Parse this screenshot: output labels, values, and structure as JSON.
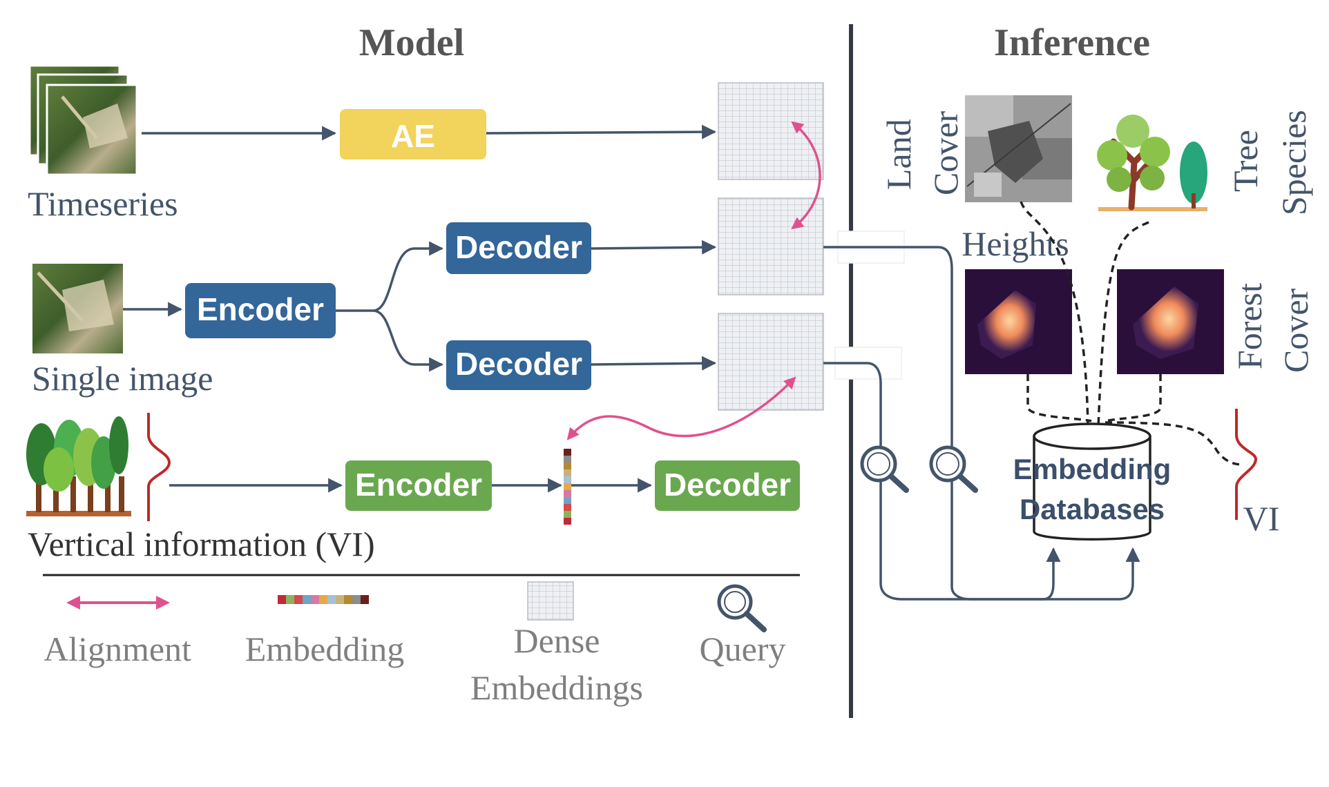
{
  "headings": {
    "model": "Model",
    "inference": "Inference"
  },
  "inputs": {
    "timeseries": "Timeseries",
    "single_image": "Single image",
    "vertical_info": "Vertical information (VI)"
  },
  "blocks": {
    "ae": "AE",
    "encoder_image": "Encoder",
    "decoder_top": "Decoder",
    "decoder_bottom": "Decoder",
    "encoder_vi": "Encoder",
    "decoder_vi": "Decoder"
  },
  "legend": {
    "alignment": "Alignment",
    "embedding": "Embedding",
    "dense_line1": "Dense",
    "dense_line2": "Embeddings",
    "query": "Query"
  },
  "inference": {
    "land": "Land",
    "cover": "Cover",
    "tree": "Tree",
    "species": "Species",
    "heights": "Heights",
    "forest": "Forest",
    "forest_cover": "Cover",
    "db_line1": "Embedding",
    "db_line2": "Databases",
    "vi": "VI"
  },
  "colors": {
    "ae": "#f2d35c",
    "encoder_blue": "#336699",
    "decoder_blue": "#336699",
    "green": "#6aa84f",
    "arrow": "#44546a",
    "alignment": "#e0508f",
    "vi_curve": "#c0282a",
    "grid": "#b8bcc4"
  },
  "icons": [
    "magnifier-icon",
    "tree-icon",
    "forest-icon",
    "satellite-image",
    "land-cover-map",
    "height-map",
    "database-icon"
  ]
}
